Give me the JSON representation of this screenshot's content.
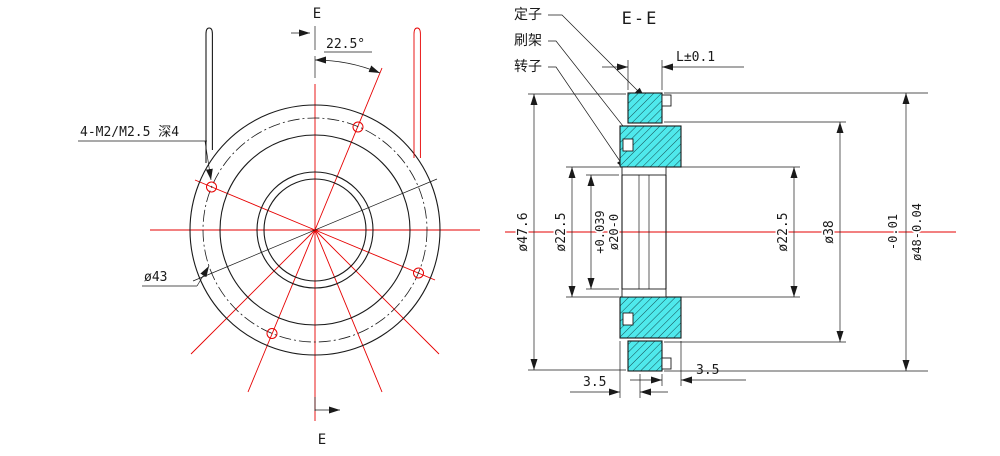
{
  "left_view": {
    "section_mark_top": "E",
    "section_mark_bottom": "E",
    "angle_dimension": "22.5°",
    "thread_note": "4-M2/M2.5 深4",
    "bolt_circle_diameter": "ø43"
  },
  "section_view": {
    "title": "E-E",
    "labels": {
      "stator": "定子",
      "brush_holder": "刷架",
      "rotor": "转子"
    },
    "dimensions": {
      "axial_length": "L±0.1",
      "dia_47_6": "ø47.6",
      "dia_22_5_left": "ø22.5",
      "dia_20_tolerance": "+0.039",
      "dia_20": "ø20-0",
      "dia_22_5_right": "ø22.5",
      "dia_38": "ø38",
      "dia_48_tolerance": "-0.01",
      "dia_48": "ø48-0.04",
      "width_3_5_left": "3.5",
      "width_3_5_right": "3.5"
    }
  },
  "colors": {
    "line": "#1a1a1a",
    "centerline": "#e60000",
    "section_fill": "#4fe9ec",
    "hatch_line": "#0d3b40"
  }
}
